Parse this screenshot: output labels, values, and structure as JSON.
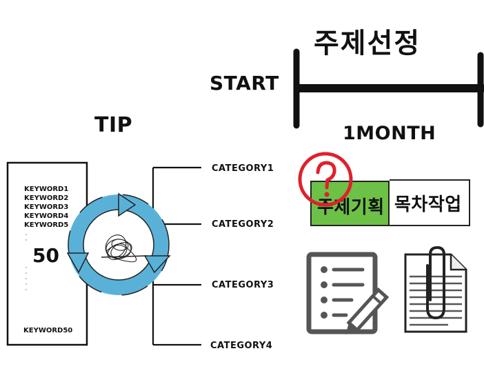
{
  "title": "주제선정",
  "timeline": {
    "start_label": "START",
    "duration_label": "1MONTH"
  },
  "tip": {
    "label": "TIP",
    "keywords": [
      "KEYWORD1",
      "KEYWORD2",
      "KEYWORD3",
      "KEYWORD4",
      "KEYWORD5"
    ],
    "last_keyword": "KEYWORD50",
    "count": "50"
  },
  "categories": [
    "CATEGORY1",
    "CATEGORY2",
    "CATEGORY3",
    "CATEGORY4"
  ],
  "phases": [
    {
      "label": "주제기획",
      "color": "#6dc147"
    },
    {
      "label": "목차작업",
      "color": "#ffffff"
    }
  ],
  "icons": [
    "question-mark-icon",
    "cycle-arrows-icon",
    "scribble-icon",
    "checklist-pencil-icon",
    "paperclip-document-icon"
  ],
  "colors": {
    "accent_green": "#6dc147",
    "cycle_blue": "#5ab1d8",
    "question_red": "#e0202a"
  }
}
